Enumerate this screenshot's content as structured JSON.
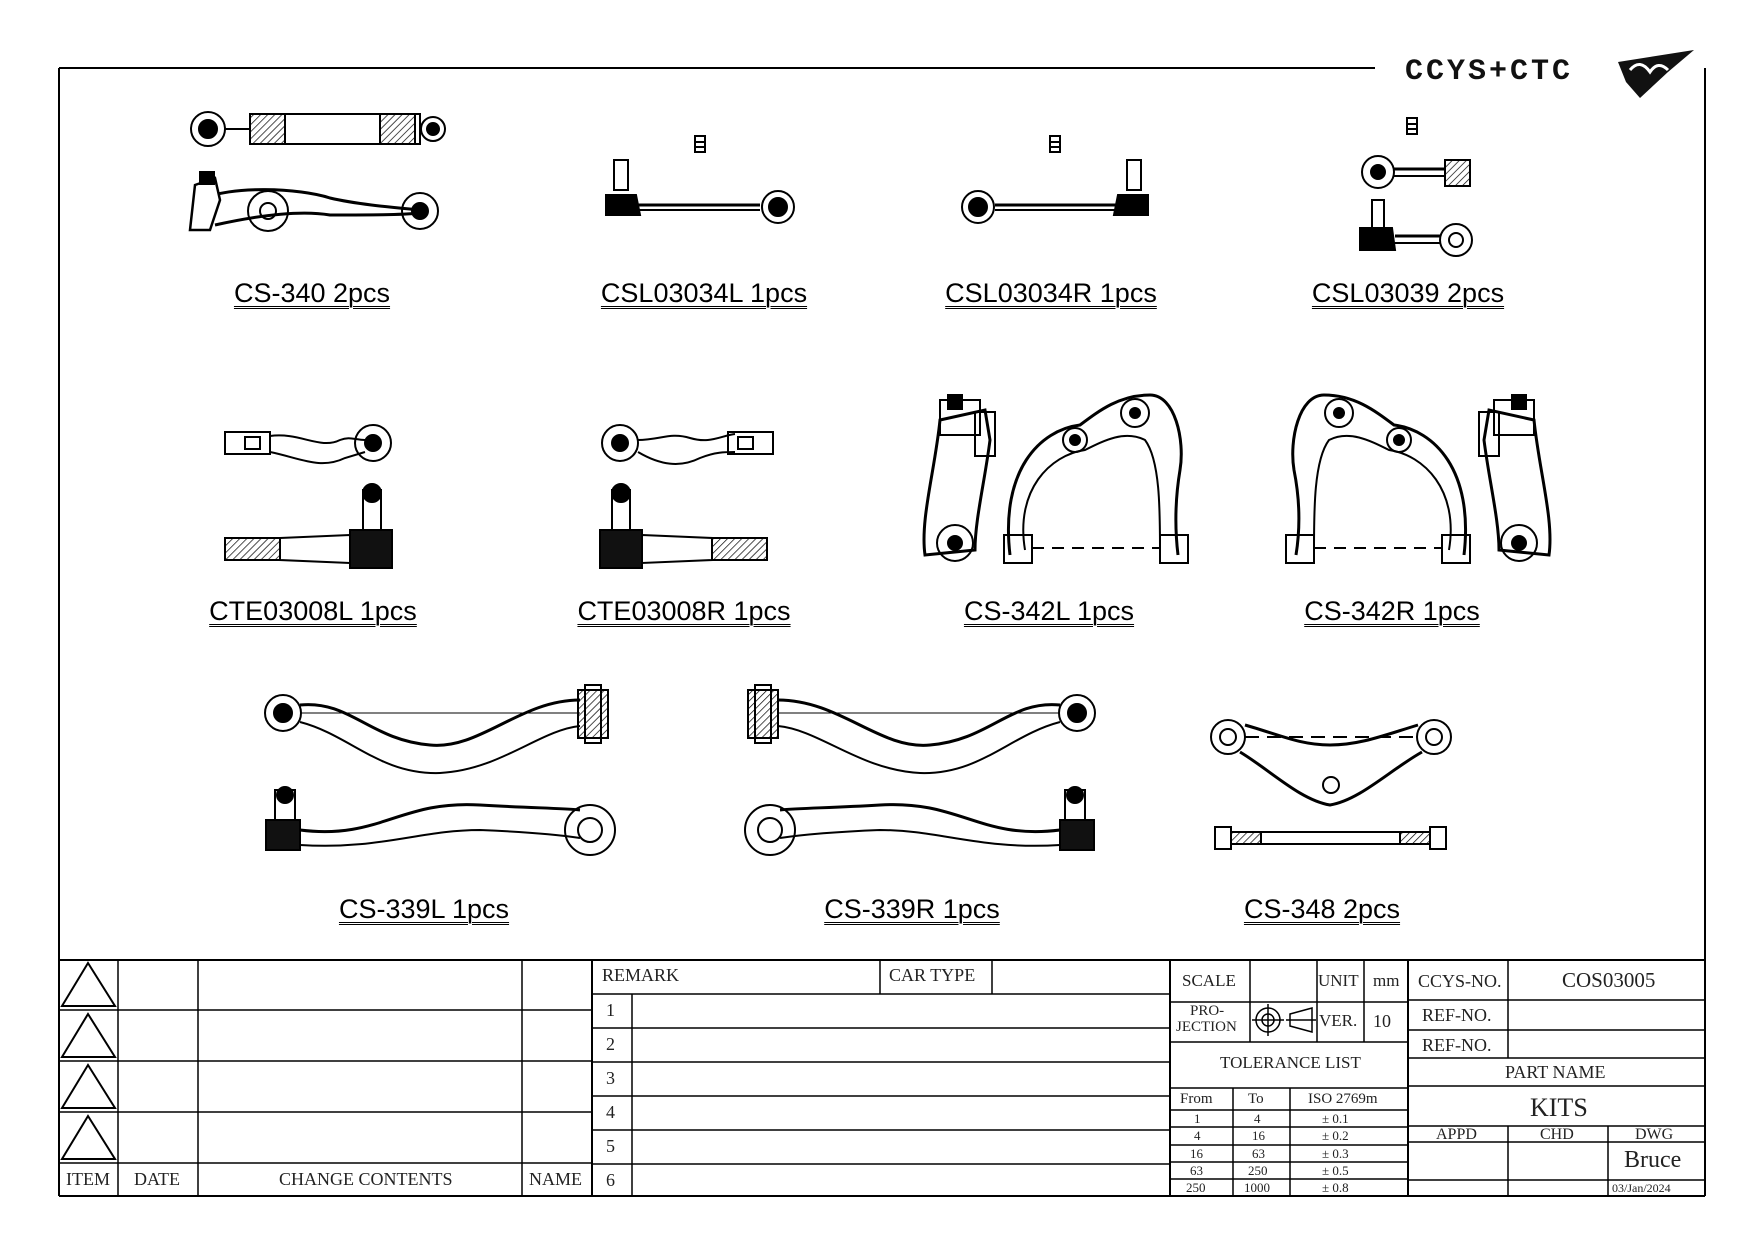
{
  "brand": {
    "text": "CCYS+CTC"
  },
  "parts": [
    {
      "id": "cs340",
      "label": "CS-340 2pcs"
    },
    {
      "id": "csl03034l",
      "label": "CSL03034L 1pcs"
    },
    {
      "id": "csl03034r",
      "label": "CSL03034R 1pcs"
    },
    {
      "id": "csl03039",
      "label": "CSL03039 2pcs"
    },
    {
      "id": "cte03008l",
      "label": "CTE03008L 1pcs"
    },
    {
      "id": "cte03008r",
      "label": "CTE03008R 1pcs"
    },
    {
      "id": "cs342l",
      "label": "CS-342L 1pcs"
    },
    {
      "id": "cs342r",
      "label": "CS-342R 1pcs"
    },
    {
      "id": "cs339l",
      "label": "CS-339L 1pcs"
    },
    {
      "id": "cs339r",
      "label": "CS-339R 1pcs"
    },
    {
      "id": "cs348",
      "label": "CS-348 2pcs"
    }
  ],
  "revision_table": {
    "headers": [
      "ITEM",
      "DATE",
      "CHANGE CONTENTS",
      "NAME"
    ]
  },
  "remarks": {
    "remark_label": "REMARK",
    "car_type_label": "CAR TYPE",
    "car_type_value": "",
    "rows": [
      "1",
      "2",
      "3",
      "4",
      "5",
      "6"
    ]
  },
  "specs": {
    "scale_label": "SCALE",
    "scale_value": "",
    "unit_label": "UNIT",
    "unit_value": "mm",
    "projection_label_1": "PRO-",
    "projection_label_2": "JECTION",
    "ver_label": "VER.",
    "ver_value": "10",
    "tolerance_title": "TOLERANCE LIST",
    "tol_headers": [
      "From",
      "To",
      "ISO 2769m"
    ],
    "tolerances": [
      {
        "from": "1",
        "to": "4",
        "tol": "± 0.1"
      },
      {
        "from": "4",
        "to": "16",
        "tol": "± 0.2"
      },
      {
        "from": "16",
        "to": "63",
        "tol": "± 0.3"
      },
      {
        "from": "63",
        "to": "250",
        "tol": "± 0.5"
      },
      {
        "from": "250",
        "to": "1000",
        "tol": "± 0.8"
      }
    ]
  },
  "title_block": {
    "ccys_label": "CCYS-NO.",
    "ccys_value": "COS03005",
    "ref1_label": "REF-NO.",
    "ref1_value": "",
    "ref2_label": "REF-NO.",
    "ref2_value": "",
    "part_name_label": "PART NAME",
    "part_name_value": "KITS",
    "appd_label": "APPD",
    "chd_label": "CHD",
    "dwg_label": "DWG",
    "dwg_name": "Bruce",
    "date": "03/Jan/2024"
  }
}
